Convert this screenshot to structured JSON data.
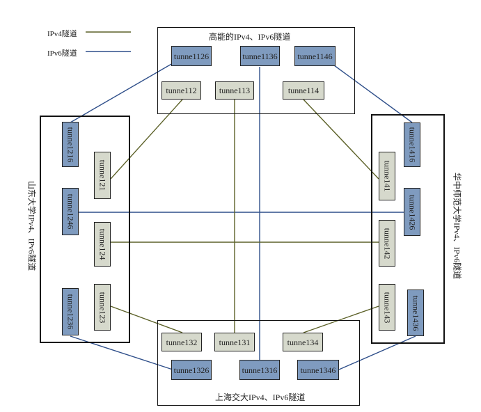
{
  "legend": {
    "ipv4_label": "IPv4隧道",
    "ipv6_label": "IPv6隧道",
    "ipv4_color": "#5c6128",
    "ipv6_color": "#2f4f8a"
  },
  "groups": {
    "top": "高能的IPv4、IPv6隧道",
    "left": "山东大学IPv4、IPv6隧道",
    "right": "华中师范大学IPv4、IPv6隧道",
    "bottom": "上海交大IPv4、IPv6隧道"
  },
  "nodes": {
    "t1126": "tunne1126",
    "t1136": "tunne1136",
    "t1146": "tunne1146",
    "t112": "tunne112",
    "t113": "tunne113",
    "t114": "tunne114",
    "t1216": "tunne1216",
    "t121": "tunne121",
    "t1246": "tunne1246",
    "t124": "tunne124",
    "t1236": "tunne1236",
    "t123": "tunne123",
    "t1416": "tunne1416",
    "t141": "tunne141",
    "t1426": "tunne1426",
    "t142": "tunne142",
    "t143": "tunne143",
    "t1436": "tunne1436",
    "t132": "tunne132",
    "t131": "tunne131",
    "t134": "tunne134",
    "t1326": "tunne1326",
    "t1316": "tunne1316",
    "t1346": "tunne1346"
  }
}
